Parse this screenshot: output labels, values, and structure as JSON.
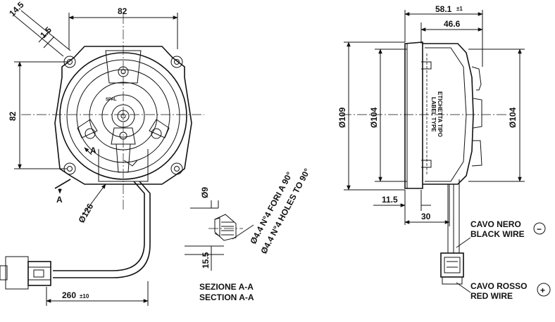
{
  "front_view": {
    "dim_top": "82",
    "dim_left": "82",
    "dim_slot_width": "14.5",
    "dim_slot_offset": "1.5",
    "dim_diameter": "Ø126",
    "section_mark": "A",
    "brand_mark": "SPAL",
    "cable_length": "260",
    "cable_tolerance": "±10"
  },
  "section_detail": {
    "dim_hole": "Ø9",
    "dim_depth": "15.5",
    "holes_it": "Ø4.4 N°4 FORI A 90°",
    "holes_en": "Ø4.4 N°4 HOLES TO 90°",
    "title_it": "SEZIONE A-A",
    "title_en": "SECTION A-A"
  },
  "side_view": {
    "dim_total": "58.1",
    "dim_total_tol": "±1",
    "dim_body": "46.6",
    "dim_outer": "Ø109",
    "dim_inner": "Ø104",
    "dim_right": "Ø104",
    "dim_flange": "11.5",
    "dim_cable": "30",
    "label_it": "ETICHETTA TIPO",
    "label_en": "LABEL TYPE"
  },
  "wires": {
    "black_it": "CAVO NERO",
    "black_en": "BLACK WIRE",
    "black_symbol": "−",
    "red_it": "CAVO ROSSO",
    "red_en": "RED WIRE",
    "red_symbol": "+"
  }
}
